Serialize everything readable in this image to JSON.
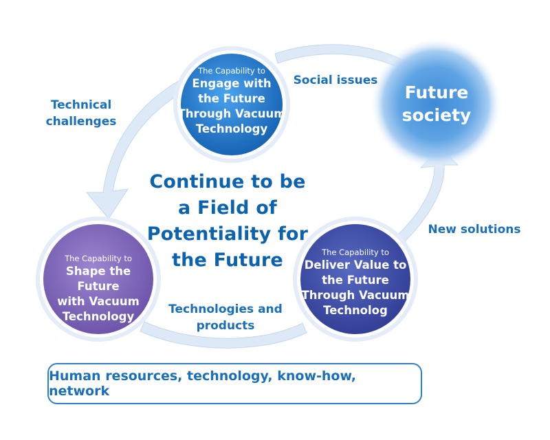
{
  "center": {
    "line1": "Continue to be",
    "line2": "a Field of",
    "line3": "Potentiality for",
    "line4": "the Future"
  },
  "nodes": {
    "engage": {
      "sub": "The Capability to",
      "line1": "Engage with",
      "line2": "the Future",
      "line3": "Through Vacuum",
      "line4": "Technology"
    },
    "shape": {
      "sub": "The Capability to",
      "line1": "Shape the Future",
      "line2": "with Vacuum",
      "line3": "Technology"
    },
    "deliver": {
      "sub": "The Capability to",
      "line1": "Deliver Value to",
      "line2": "the Future",
      "line3": "Through Vacuum",
      "line4": "Technolog"
    },
    "future": {
      "line1": "Future",
      "line2": "society"
    }
  },
  "edges": {
    "technical": {
      "line1": "Technical",
      "line2": "challenges"
    },
    "social": "Social issues",
    "solutions": "New solutions",
    "products": {
      "line1": "Technologies and",
      "line2": "products"
    }
  },
  "footer": "Human resources, technology, know-how, network",
  "colors": {
    "engage": "#1f73c6",
    "shape": "#7a62b4",
    "deliver": "#3f4fa6",
    "future": "#4a94dd",
    "ring": "#dce9f7",
    "text": "#1a6fb8"
  }
}
